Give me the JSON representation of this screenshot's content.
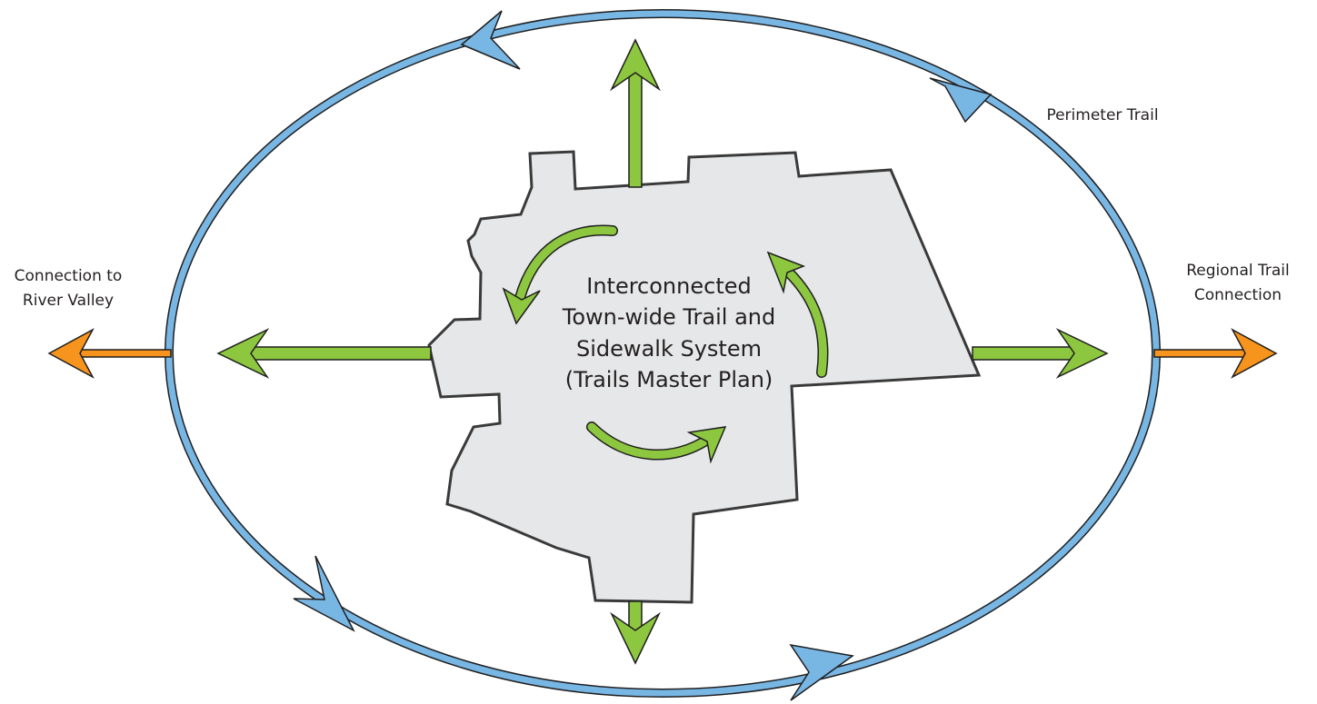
{
  "labels": {
    "perimeter": "Perimeter Trail",
    "left_line1": "Connection to",
    "left_line2": "River Valley",
    "right_line1": "Regional Trail",
    "right_line2": "Connection",
    "center_line1": "Interconnected",
    "center_line2": "Town-wide Trail and",
    "center_line3": "Sidewalk System",
    "center_line4": "(Trails Master Plan)"
  },
  "colors": {
    "perimeter_trail": "#78b6e4",
    "town_trails": "#8dc63f",
    "external_connection": "#f7941d",
    "town_area": "#e6e7e8",
    "outline": "#3a3a3a",
    "text": "#231f20"
  },
  "icons": {
    "perimeter_direction": "triangle-arrowhead",
    "connection_arrow": "double-headed-arrow",
    "circulation": "curved-arrow"
  }
}
